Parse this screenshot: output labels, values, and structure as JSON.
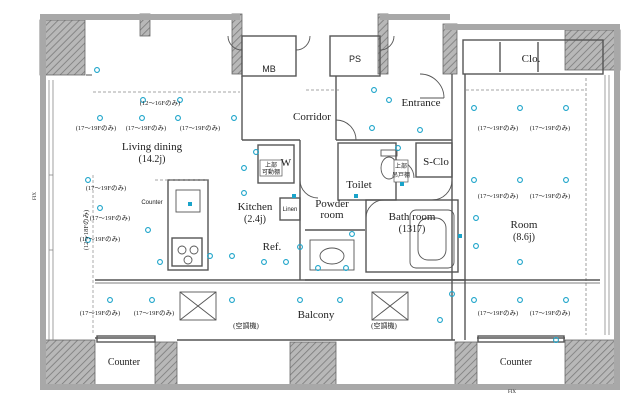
{
  "rooms": {
    "mb": "MB",
    "ps": "PS",
    "clo": "Clo.",
    "entrance": "Entrance",
    "corridor": "Corridor",
    "living_dining": "Living dining",
    "living_dining_size": "(14.2j)",
    "kitchen": "Kitchen",
    "kitchen_size": "(2.4j)",
    "w": "W",
    "linen": "Linen",
    "powder_room": "Powder",
    "powder_room_line2": "room",
    "toilet": "Toilet",
    "s_clo": "S-Clo",
    "bath_room": "Bath room",
    "bath_room_size": "(1317)",
    "ref": "Ref.",
    "room": "Room",
    "room_size": "(8.6j)",
    "balcony": "Balcony",
    "counter_left": "Counter",
    "counter_right": "Counter",
    "counter_small": "Counter"
  },
  "outlet_notes": {
    "floors_12_16": "(12～16Fのみ)",
    "floors_17_19": "(17～19Fのみ)",
    "floors_12_18": "(12～18Fのみ)"
  },
  "equipment": {
    "ac_left": "(空調機)",
    "ac_right": "(空調機)",
    "storage_tag_1": "上部",
    "storage_tag_2": "可動棚",
    "toilet_tag_1": "上部",
    "toilet_tag_2": "吊戸棚"
  },
  "marks": {
    "fix_left": "FIX",
    "fix_bottom": "FIX"
  },
  "colors": {
    "wall": "#9a9a9a",
    "wall_hatch": "#7a7a7a",
    "line": "#555555",
    "outlet": "#1aa3c9",
    "accent": "#0d8fbf"
  }
}
